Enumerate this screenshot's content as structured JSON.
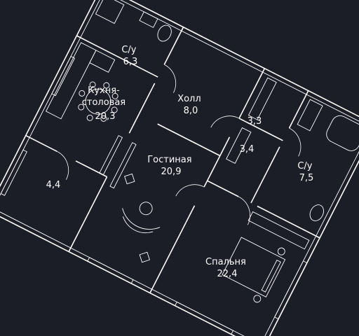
{
  "colors": {
    "background": "#1b1e27",
    "line": "#ffffff"
  },
  "rooms": [
    {
      "id": "bath-1",
      "name": "С/у",
      "area": "6,3"
    },
    {
      "id": "kitchen",
      "name": "Кухня-\nстоловая",
      "area": "20,3"
    },
    {
      "id": "hall",
      "name": "Холл",
      "area": "8,0"
    },
    {
      "id": "closet-1",
      "name": "",
      "area": "3,3"
    },
    {
      "id": "closet-2",
      "name": "",
      "area": "3,4"
    },
    {
      "id": "balcony",
      "name": "",
      "area": "4,4"
    },
    {
      "id": "living",
      "name": "Гостиная",
      "area": "20,9"
    },
    {
      "id": "bath-2",
      "name": "С/у",
      "area": "7,5"
    },
    {
      "id": "bedroom",
      "name": "Спальня",
      "area": "22,4"
    }
  ]
}
